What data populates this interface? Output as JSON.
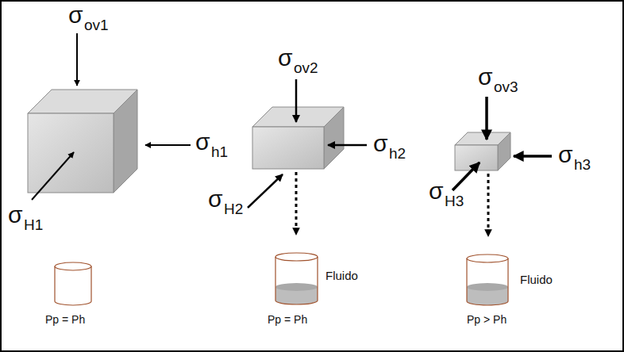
{
  "diagram": {
    "labels": [
      "σ",
      "ov1",
      "σ",
      "h1",
      "σ",
      "H1",
      "Pp = Ph",
      "σ",
      "ov2",
      "σ",
      "h2",
      "σ",
      "H2",
      "Fluido",
      "Pp = Ph",
      "σ",
      "ov3",
      "σ",
      "h3",
      "σ",
      "H3",
      "Fluido",
      "Pp > Ph"
    ]
  }
}
